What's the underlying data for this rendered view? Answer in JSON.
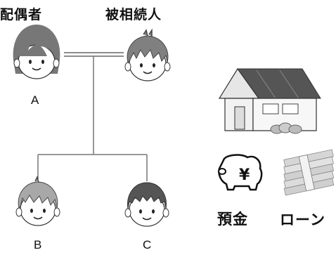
{
  "family": {
    "spouse": {
      "role": "配偶者",
      "id": "A"
    },
    "deceased": {
      "role": "被相続人"
    },
    "children": [
      {
        "id": "B"
      },
      {
        "id": "C"
      }
    ]
  },
  "assets": {
    "savings": {
      "label": "預金",
      "symbol": "¥"
    },
    "loan": {
      "label": "ローン"
    }
  },
  "colors": {
    "skin": "#ffffff",
    "hair_spouse": "#777777",
    "hair_deceased": "#808080",
    "hair_child_b": "#a8a8a8",
    "hair_child_c": "#555555",
    "line": "#666666",
    "house_roof": "#555555",
    "house_wall": "#f2f2f2"
  }
}
